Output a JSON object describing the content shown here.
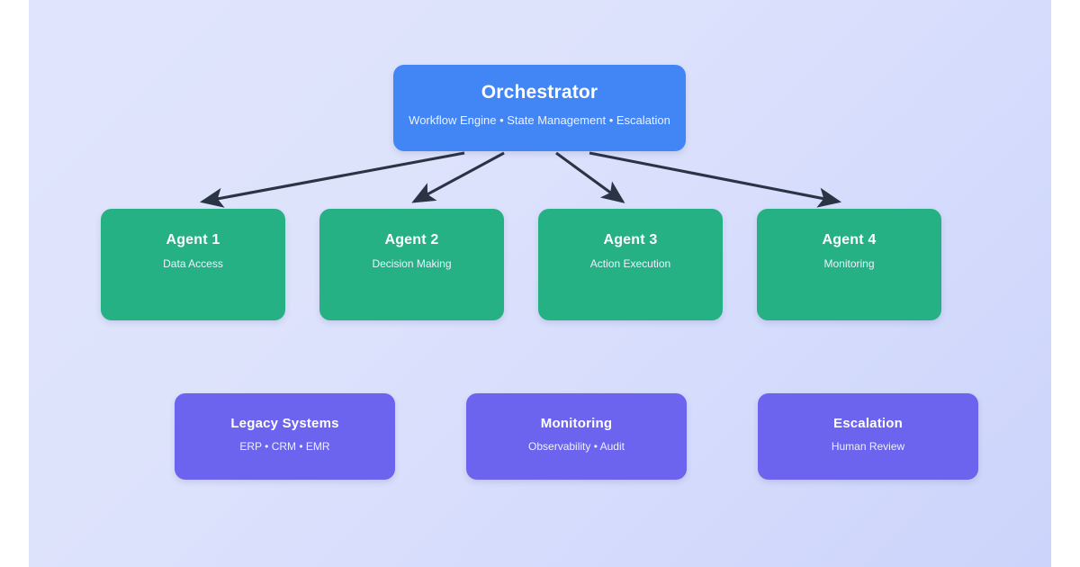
{
  "diagram": {
    "background_from": "#e0e4fd",
    "background_to": "#ccd4fb",
    "edge_color": "#2b3445"
  },
  "orchestrator": {
    "title": "Orchestrator",
    "subtitle": "Workflow Engine • State Management • Escalation",
    "color": "#4285f4"
  },
  "agents": {
    "color": "#26b184",
    "items": [
      {
        "title": "Agent 1",
        "subtitle": "Data Access"
      },
      {
        "title": "Agent 2",
        "subtitle": "Decision Making"
      },
      {
        "title": "Agent 3",
        "subtitle": "Action Execution"
      },
      {
        "title": "Agent 4",
        "subtitle": "Monitoring"
      }
    ]
  },
  "support": {
    "color": "#6c63ee",
    "items": [
      {
        "title": "Legacy Systems",
        "subtitle": "ERP • CRM • EMR"
      },
      {
        "title": "Monitoring",
        "subtitle": "Observability • Audit"
      },
      {
        "title": "Escalation",
        "subtitle": "Human Review"
      }
    ]
  },
  "edges": [
    {
      "from": "orchestrator",
      "to": "Agent 1"
    },
    {
      "from": "orchestrator",
      "to": "Agent 2"
    },
    {
      "from": "orchestrator",
      "to": "Agent 3"
    },
    {
      "from": "orchestrator",
      "to": "Agent 4"
    }
  ]
}
